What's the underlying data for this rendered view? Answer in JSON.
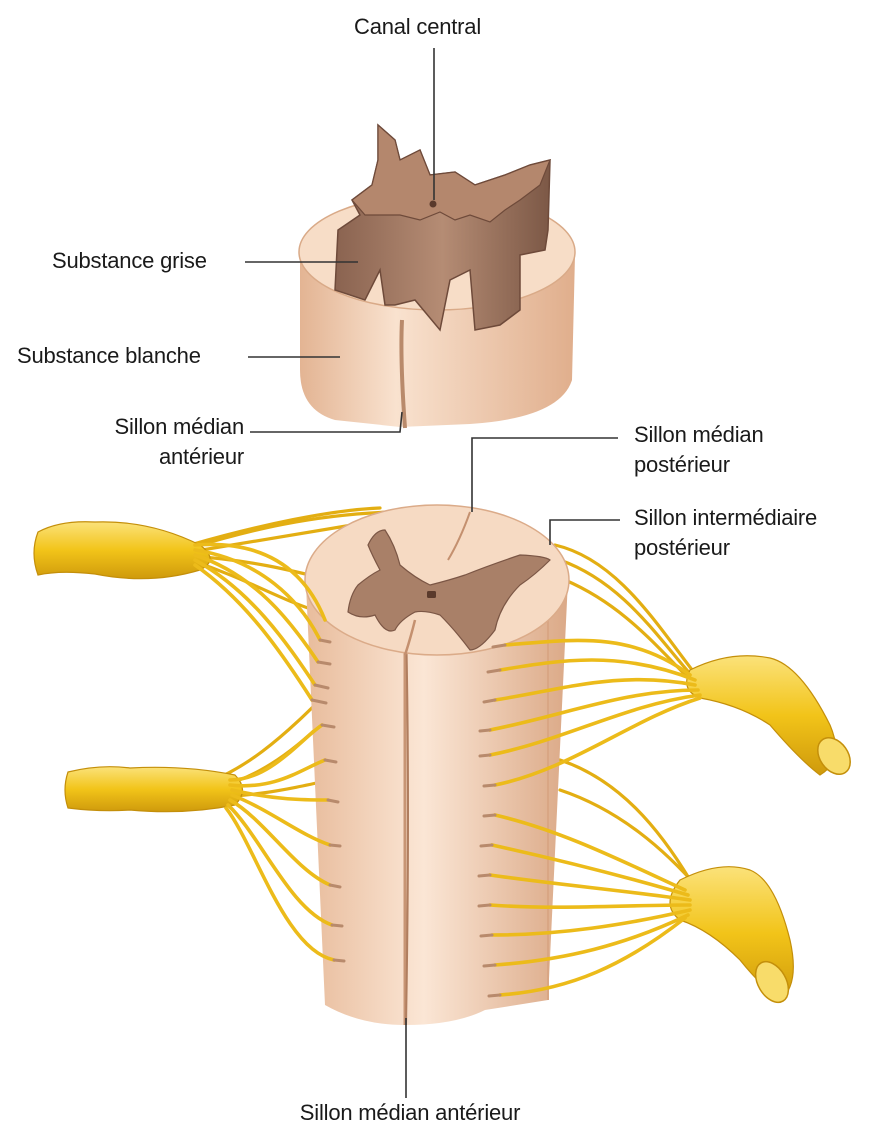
{
  "labels": {
    "canal_central": "Canal central",
    "substance_grise": "Substance grise",
    "substance_blanche": "Substance blanche",
    "sillon_median_anterieur_top": [
      "Sillon médian",
      "antérieur"
    ],
    "sillon_median_posterieur": [
      "Sillon médian",
      "postérieur"
    ],
    "sillon_intermediaire_posterieur": [
      "Sillon intermédiaire",
      "postérieur"
    ],
    "sillon_median_anterieur_bottom": "Sillon médian antérieur"
  },
  "colors": {
    "white_matter": "#f4d6bd",
    "white_matter_shade": "#e6b996",
    "grey_matter": "#a98068",
    "grey_matter_dark": "#7e5a48",
    "nerve": "#f2c419",
    "nerve_dark": "#d39d0c",
    "leader_line": "#333333"
  }
}
